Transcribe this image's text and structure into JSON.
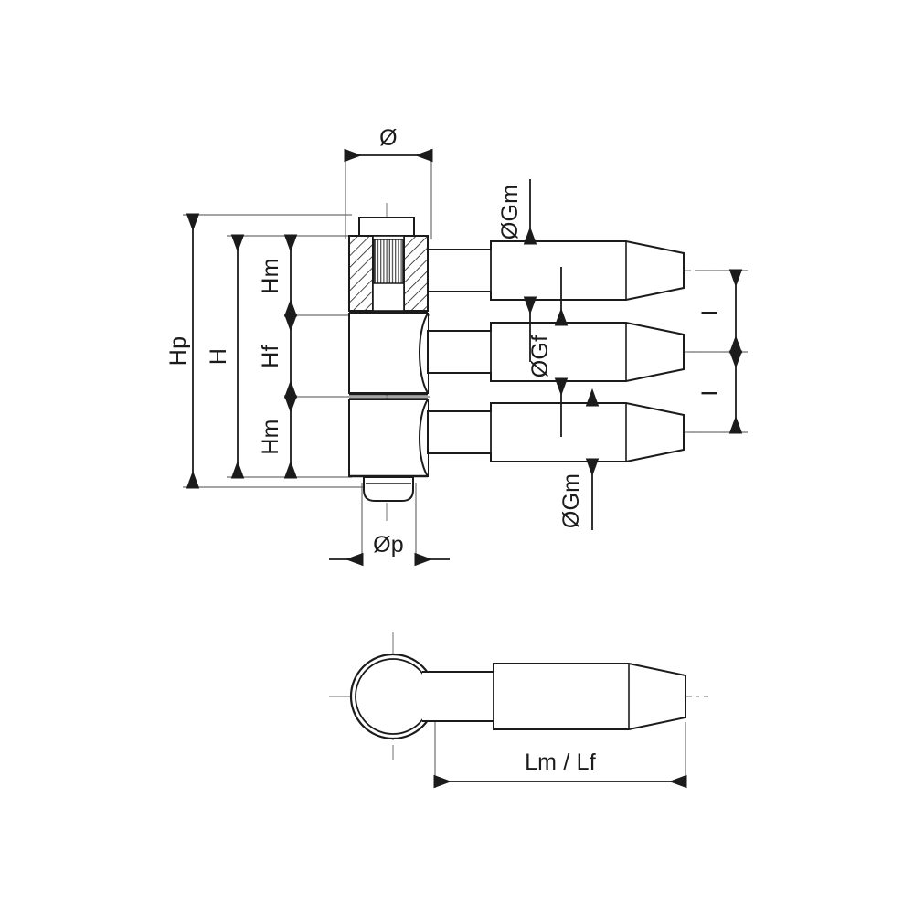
{
  "drawing": {
    "title": "Hinge technical dimension drawing",
    "background_color": "#ffffff",
    "line_color": "#1b1b1b",
    "thin_line_color": "#555555",
    "centerline_color": "#777777",
    "hatch_color": "#1b1b1b",
    "views": [
      {
        "name": "front-elevation-view",
        "label": ""
      },
      {
        "name": "plan-view",
        "label": ""
      }
    ],
    "dimensions": {
      "diameter_top": "Ø",
      "height_overall_pin": "Hp",
      "height_overall": "H",
      "height_male_upper": "Hm",
      "height_female": "Hf",
      "height_male_lower": "Hm",
      "diameter_pin": "Øp",
      "diameter_knuckle_male_upper": "ØGm",
      "diameter_knuckle_female": "ØGf",
      "diameter_knuckle_male_lower": "ØGm",
      "spacing_upper": "I",
      "spacing_lower": "I",
      "length_male_female": "Lm / Lf"
    }
  }
}
